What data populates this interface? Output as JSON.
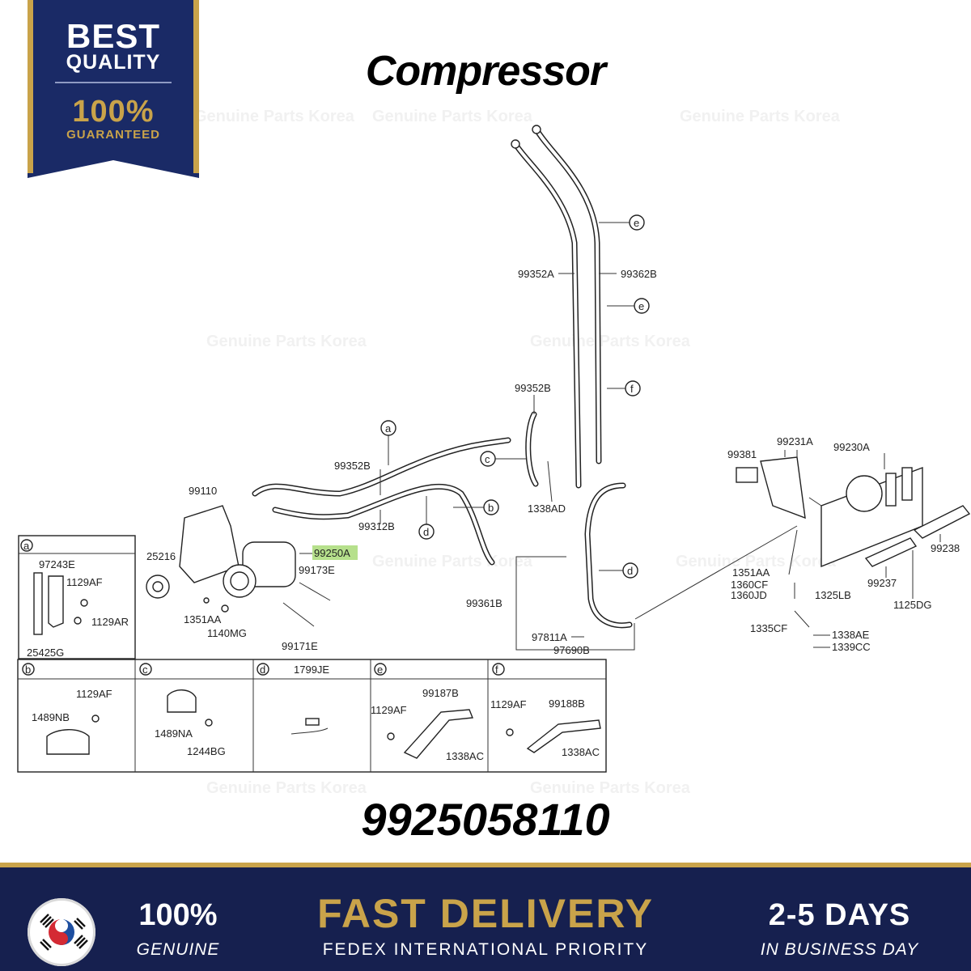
{
  "badge": {
    "line1": "BEST",
    "line2": "QUALITY",
    "line3": "100%",
    "line4": "GUARANTEED"
  },
  "title": "Compressor",
  "part_number": "9925058110",
  "watermark": "Genuine Parts Korea",
  "highlight_color": "#b6e08c",
  "callouts": {
    "p99352A": "99352A",
    "p99362B": "99362B",
    "e1": "e",
    "e2": "e",
    "f": "f",
    "p99352B_top": "99352B",
    "a": "a",
    "c": "c",
    "p1338AD": "1338AD",
    "p99352B": "99352B",
    "b": "b",
    "d1": "d",
    "p99312B": "99312B",
    "p99110": "99110",
    "p25216": "25216",
    "p99250A": "99250A",
    "p99173E": "99173E",
    "p1351AA": "1351AA",
    "p1140MG": "1140MG",
    "p99171E": "99171E",
    "d2": "d",
    "p99361B": "99361B",
    "p97811A": "97811A",
    "p97690B": "97690B",
    "p99381": "99381",
    "p99231A": "99231A",
    "p99230A": "99230A",
    "p99238": "99238",
    "p99237": "99237",
    "p1125DG": "1125DG",
    "p1351AA_r": "1351AA",
    "p1360CF": "1360CF",
    "p1360JD": "1360JD",
    "p1325LB": "1325LB",
    "p1335CF": "1335CF",
    "p1338AE": "1338AE",
    "p1339CC": "1339CC"
  },
  "detail_a": {
    "key": "a",
    "p1": "97243E",
    "p2": "1129AF",
    "p3": "1129AR",
    "p4": "25425G"
  },
  "detail_b": {
    "key": "b",
    "p1": "1129AF",
    "p2": "1489NB"
  },
  "detail_c": {
    "key": "c",
    "p1": "1489NA",
    "p2": "1244BG"
  },
  "detail_d": {
    "key": "d",
    "p1": "1799JE"
  },
  "detail_e": {
    "key": "e",
    "p1": "99187B",
    "p2": "1129AF",
    "p3": "1338AC"
  },
  "detail_f": {
    "key": "f",
    "p1": "1129AF",
    "p2": "99188B",
    "p3": "1338AC"
  },
  "footer": {
    "genuine_big": "100%",
    "genuine_small": "GENUINE",
    "delivery_big": "FAST DELIVERY",
    "delivery_small": "FEDEX INTERNATIONAL PRIORITY",
    "days_big": "2-5 DAYS",
    "days_small": "IN BUSINESS DAY"
  }
}
